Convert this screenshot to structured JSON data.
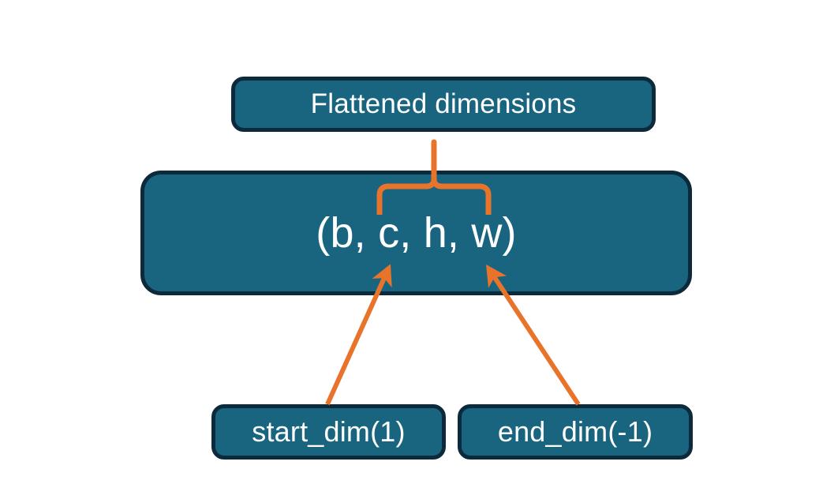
{
  "diagram": {
    "title": "Flatten dimensions diagram",
    "background_color": "#ffffff",
    "node_fill_color": "#19657F",
    "node_border_color": "#0C2A3C",
    "node_text_color": "#ffffff",
    "connector_color": "#E8742C",
    "nodes": [
      {
        "id": "flattened",
        "label": "Flattened dimensions",
        "role": "annotation-box"
      },
      {
        "id": "shape",
        "label": "(b, c, h, w)",
        "role": "tensor-shape-box"
      },
      {
        "id": "start_dim",
        "label": "start_dim(1)",
        "role": "argument-box"
      },
      {
        "id": "end_dim",
        "label": "end_dim(-1)",
        "role": "argument-box"
      }
    ],
    "connectors": [
      {
        "id": "brace-to-flattened",
        "type": "curly-brace-with-pointer",
        "from": "shape-dims-c-to-w",
        "to": "flattened",
        "color": "#E8742C"
      },
      {
        "id": "start-dim-arrow",
        "type": "arrow",
        "from": "start_dim",
        "to": "shape-dim-c",
        "color": "#E8742C"
      },
      {
        "id": "end-dim-arrow",
        "type": "arrow",
        "from": "end_dim",
        "to": "shape-dim-w",
        "color": "#E8742C"
      }
    ]
  }
}
